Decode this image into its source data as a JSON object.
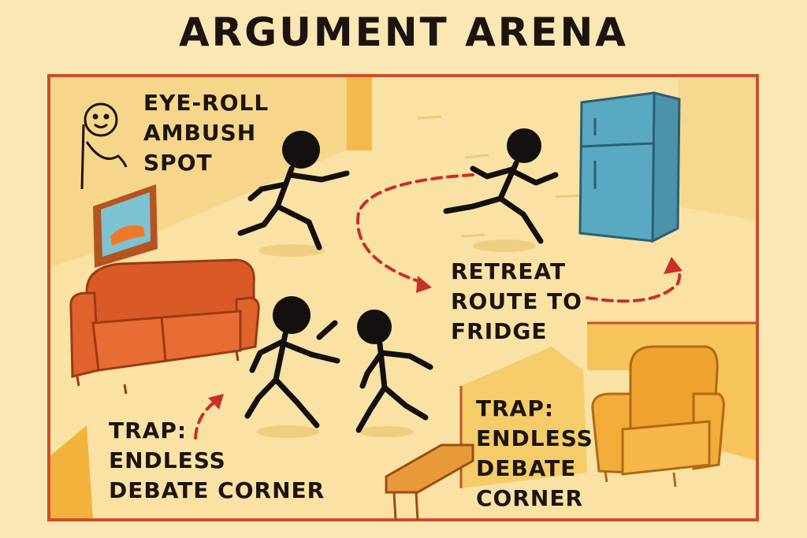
{
  "title": "ARGUMENT ARENA",
  "labels": {
    "eye_roll": "EYE-ROLL\nAMBUSH\nSPOT",
    "retreat": "RETREAT\nROUTE TO\nFRIDGE",
    "trap_left": "TRAP:\nENDLESS\nDEBATE CORNER",
    "trap_right": "TRAP:\nENDLESS\nDEBATE\nCORNER"
  },
  "colors": {
    "background": "#fbe7b4",
    "frame": "#c9502a",
    "floor": "#f7dc9a",
    "wall": "#f3c25a",
    "sofa": "#e0622c",
    "fridge": "#5aa9c2",
    "armchair": "#f2a531",
    "path": "#c9302a",
    "figure": "#141010"
  }
}
